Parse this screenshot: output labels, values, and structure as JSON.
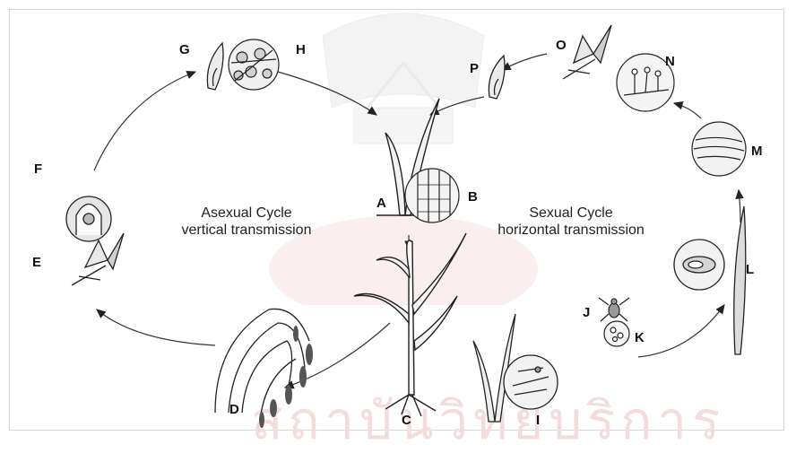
{
  "diagram": {
    "labels": {
      "A": "A",
      "B": "B",
      "C": "C",
      "D": "D",
      "E": "E",
      "F": "F",
      "G": "G",
      "H": "H",
      "I": "I",
      "J": "J",
      "K": "K",
      "L": "L",
      "M": "M",
      "N": "N",
      "O": "O",
      "P": "P"
    },
    "asexual": {
      "line1": "Asexual Cycle",
      "line2": "vertical transmission"
    },
    "sexual": {
      "line1": "Sexual Cycle",
      "line2": "horizontal transmission"
    },
    "watermark_text": "สถาบันวิทยบริการ"
  }
}
